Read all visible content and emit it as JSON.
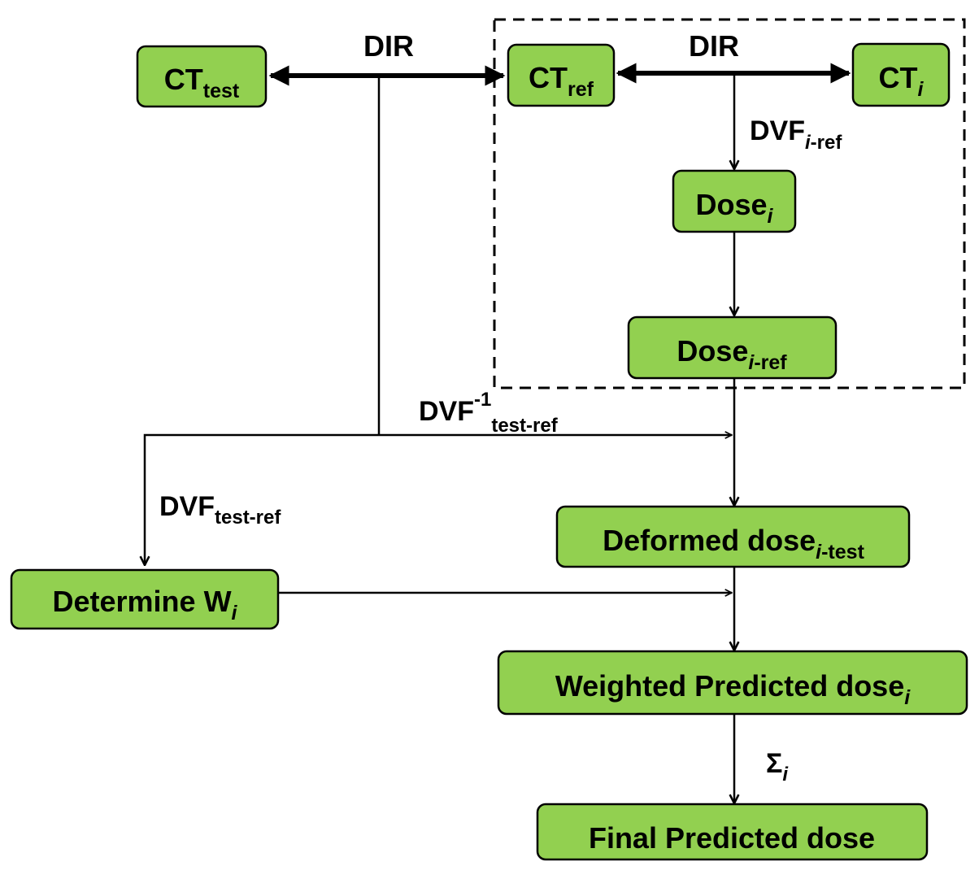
{
  "colors": {
    "node_fill": "#92d050",
    "stroke": "#000000",
    "background": "#ffffff"
  },
  "nodes": {
    "ct_test": {
      "main": "CT",
      "sub": "test",
      "sub_italic": ""
    },
    "ct_ref": {
      "main": "CT",
      "sub": "ref",
      "sub_italic": ""
    },
    "ct_i": {
      "main": "CT",
      "sub": "",
      "sub_italic": "i"
    },
    "dose_i": {
      "main": "Dose",
      "sub": "",
      "sub_italic": "i"
    },
    "dose_i_ref": {
      "main": "Dose",
      "sub": "-ref",
      "sub_italic": "i"
    },
    "deformed_dose": {
      "main": "Deformed dose",
      "sub": "-test",
      "sub_italic": "i"
    },
    "determine_w": {
      "main": "Determine W",
      "sub": "",
      "sub_italic": "i"
    },
    "weighted_dose": {
      "main": "Weighted Predicted dose",
      "sub": "",
      "sub_italic": "i"
    },
    "final_dose": {
      "main": "Final Predicted dose"
    }
  },
  "edge_labels": {
    "dir_left": "DIR",
    "dir_right": "DIR",
    "dvf_i_ref": {
      "main": "DVF",
      "sub_italic": "i",
      "sub": "-ref"
    },
    "dvf_inv": {
      "main": "DVF",
      "sup": "-1",
      "sub": "test-ref"
    },
    "dvf_test_ref": {
      "main": "DVF",
      "sub": "test-ref"
    },
    "sum": {
      "main": "Σ",
      "sub_italic": "i"
    }
  }
}
